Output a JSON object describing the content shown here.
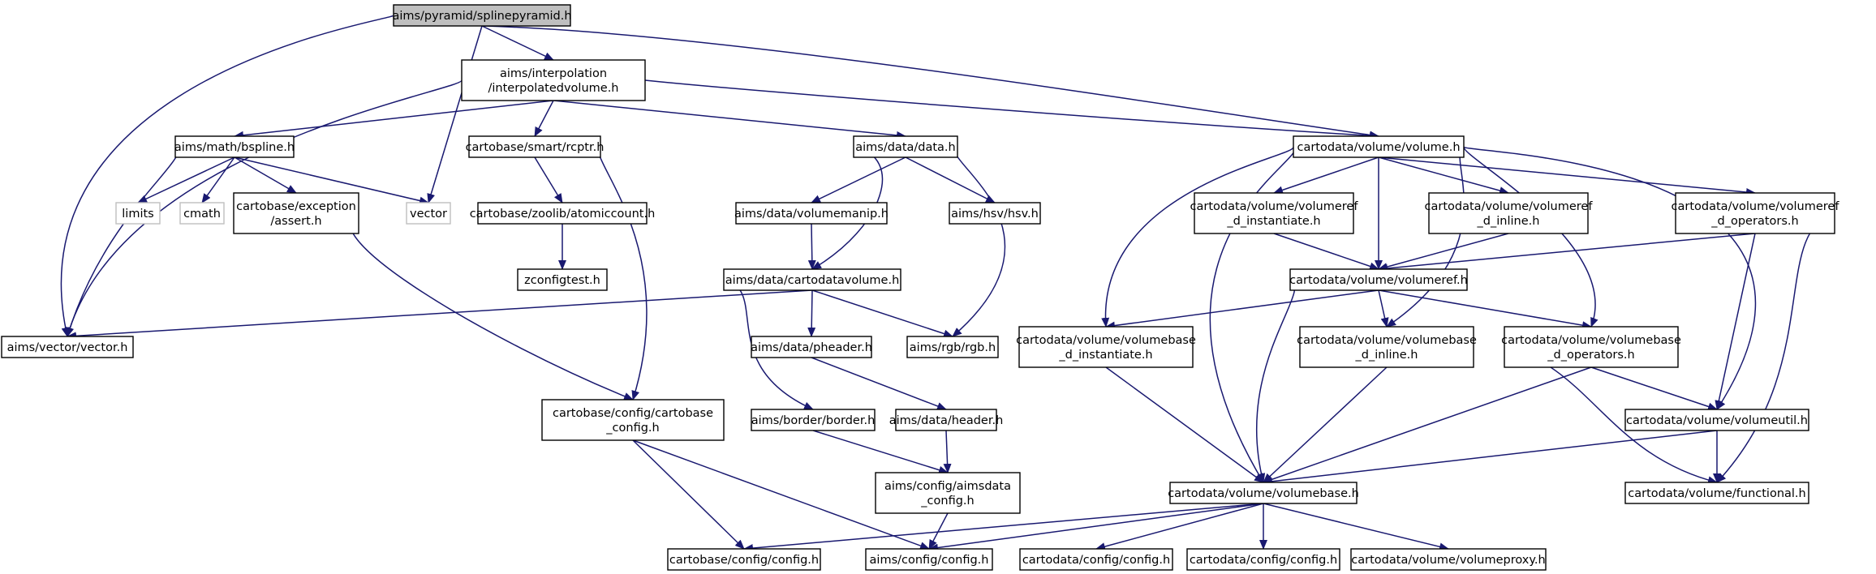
{
  "graph": {
    "colors": {
      "edge": "#191970",
      "box": "#000000",
      "box_fill": "#ffffff",
      "root_fill": "#bfbfbf",
      "system_box": "#bfbfbf",
      "system_text": "#8c8c8c"
    },
    "nodes": [
      {
        "id": "n0",
        "lines": [
          "aims/pyramid/splinepyramid.h"
        ],
        "kind": "root"
      },
      {
        "id": "n1",
        "lines": [
          "aims/interpolation",
          "/interpolatedvolume.h"
        ],
        "kind": "file"
      },
      {
        "id": "n2",
        "lines": [
          "aims/vector/vector.h"
        ],
        "kind": "file"
      },
      {
        "id": "n3",
        "lines": [
          "vector"
        ],
        "kind": "system"
      },
      {
        "id": "n4",
        "lines": [
          "cartodata/volume/volume.h"
        ],
        "kind": "file"
      },
      {
        "id": "n5",
        "lines": [
          "aims/math/bspline.h"
        ],
        "kind": "file"
      },
      {
        "id": "n6",
        "lines": [
          "cartobase/smart/rcptr.h"
        ],
        "kind": "file"
      },
      {
        "id": "n7",
        "lines": [
          "aims/data/data.h"
        ],
        "kind": "file"
      },
      {
        "id": "n8",
        "lines": [
          "limits"
        ],
        "kind": "system"
      },
      {
        "id": "n9",
        "lines": [
          "cmath"
        ],
        "kind": "system"
      },
      {
        "id": "n10",
        "lines": [
          "cartobase/exception",
          "/assert.h"
        ],
        "kind": "file"
      },
      {
        "id": "n11",
        "lines": [
          "cartobase/zoolib/atomiccount.h"
        ],
        "kind": "file"
      },
      {
        "id": "n12",
        "lines": [
          "zconfigtest.h"
        ],
        "kind": "file"
      },
      {
        "id": "n13",
        "lines": [
          "aims/data/volumemanip.h"
        ],
        "kind": "file"
      },
      {
        "id": "n14",
        "lines": [
          "aims/hsv/hsv.h"
        ],
        "kind": "file"
      },
      {
        "id": "n15",
        "lines": [
          "aims/data/cartodatavolume.h"
        ],
        "kind": "file"
      },
      {
        "id": "n16",
        "lines": [
          "aims/rgb/rgb.h"
        ],
        "kind": "file"
      },
      {
        "id": "n17",
        "lines": [
          "aims/data/pheader.h"
        ],
        "kind": "file"
      },
      {
        "id": "n18",
        "lines": [
          "aims/border/border.h"
        ],
        "kind": "file"
      },
      {
        "id": "n19",
        "lines": [
          "aims/data/header.h"
        ],
        "kind": "file"
      },
      {
        "id": "n20",
        "lines": [
          "aims/config/aimsdata",
          "_config.h"
        ],
        "kind": "file"
      },
      {
        "id": "n21",
        "lines": [
          "cartobase/config/cartobase",
          "_config.h"
        ],
        "kind": "file"
      },
      {
        "id": "n22",
        "lines": [
          "cartobase/config/config.h"
        ],
        "kind": "file"
      },
      {
        "id": "n23",
        "lines": [
          "aims/config/config.h"
        ],
        "kind": "file"
      },
      {
        "id": "n24",
        "lines": [
          "cartodata/volume/volumeref",
          "_d_instantiate.h"
        ],
        "kind": "file"
      },
      {
        "id": "n25",
        "lines": [
          "cartodata/volume/volumeref",
          "_d_inline.h"
        ],
        "kind": "file"
      },
      {
        "id": "n26",
        "lines": [
          "cartodata/volume/volumeref",
          "_d_operators.h"
        ],
        "kind": "file"
      },
      {
        "id": "n27",
        "lines": [
          "cartodata/volume/volumeref.h"
        ],
        "kind": "file"
      },
      {
        "id": "n28",
        "lines": [
          "cartodata/volume/volumebase",
          "_d_instantiate.h"
        ],
        "kind": "file"
      },
      {
        "id": "n29",
        "lines": [
          "cartodata/volume/volumebase",
          "_d_inline.h"
        ],
        "kind": "file"
      },
      {
        "id": "n30",
        "lines": [
          "cartodata/volume/volumebase",
          "_d_operators.h"
        ],
        "kind": "file"
      },
      {
        "id": "n31",
        "lines": [
          "cartodata/volume/volumeutil.h"
        ],
        "kind": "file"
      },
      {
        "id": "n32",
        "lines": [
          "cartodata/volume/volumebase.h"
        ],
        "kind": "file"
      },
      {
        "id": "n33",
        "lines": [
          "cartodata/volume/functional.h"
        ],
        "kind": "file"
      },
      {
        "id": "n34",
        "lines": [
          "cartodata/config/config.h"
        ],
        "kind": "file"
      },
      {
        "id": "n35",
        "lines": [
          "cartodata/config/config.h"
        ],
        "kind": "file"
      },
      {
        "id": "n36",
        "lines": [
          "cartodata/volume/volumeproxy.h"
        ],
        "kind": "file"
      }
    ],
    "edges": [
      [
        "n0",
        "n1"
      ],
      [
        "n0",
        "n2"
      ],
      [
        "n0",
        "n3"
      ],
      [
        "n0",
        "n4"
      ],
      [
        "n1",
        "n2"
      ],
      [
        "n1",
        "n5"
      ],
      [
        "n1",
        "n6"
      ],
      [
        "n1",
        "n7"
      ],
      [
        "n1",
        "n4"
      ],
      [
        "n5",
        "n2"
      ],
      [
        "n5",
        "n8"
      ],
      [
        "n5",
        "n9"
      ],
      [
        "n5",
        "n10"
      ],
      [
        "n5",
        "n3"
      ],
      [
        "n10",
        "n21"
      ],
      [
        "n6",
        "n11"
      ],
      [
        "n6",
        "n21"
      ],
      [
        "n11",
        "n12"
      ],
      [
        "n7",
        "n13"
      ],
      [
        "n7",
        "n14"
      ],
      [
        "n7",
        "n15"
      ],
      [
        "n7",
        "n16"
      ],
      [
        "n13",
        "n15"
      ],
      [
        "n15",
        "n2"
      ],
      [
        "n15",
        "n17"
      ],
      [
        "n15",
        "n16"
      ],
      [
        "n15",
        "n18"
      ],
      [
        "n17",
        "n19"
      ],
      [
        "n18",
        "n20"
      ],
      [
        "n19",
        "n20"
      ],
      [
        "n20",
        "n23"
      ],
      [
        "n21",
        "n22"
      ],
      [
        "n21",
        "n23"
      ],
      [
        "n4",
        "n28"
      ],
      [
        "n4",
        "n32"
      ],
      [
        "n4",
        "n24"
      ],
      [
        "n4",
        "n27"
      ],
      [
        "n4",
        "n25"
      ],
      [
        "n4",
        "n29"
      ],
      [
        "n4",
        "n30"
      ],
      [
        "n4",
        "n26"
      ],
      [
        "n4",
        "n31"
      ],
      [
        "n24",
        "n27"
      ],
      [
        "n25",
        "n27"
      ],
      [
        "n26",
        "n27"
      ],
      [
        "n26",
        "n31"
      ],
      [
        "n26",
        "n33"
      ],
      [
        "n27",
        "n28"
      ],
      [
        "n27",
        "n32"
      ],
      [
        "n27",
        "n29"
      ],
      [
        "n27",
        "n30"
      ],
      [
        "n28",
        "n32"
      ],
      [
        "n29",
        "n32"
      ],
      [
        "n30",
        "n32"
      ],
      [
        "n30",
        "n31"
      ],
      [
        "n30",
        "n33"
      ],
      [
        "n31",
        "n32"
      ],
      [
        "n31",
        "n33"
      ],
      [
        "n32",
        "n22"
      ],
      [
        "n32",
        "n23"
      ],
      [
        "n32",
        "n34"
      ],
      [
        "n32",
        "n35"
      ],
      [
        "n32",
        "n36"
      ]
    ]
  }
}
